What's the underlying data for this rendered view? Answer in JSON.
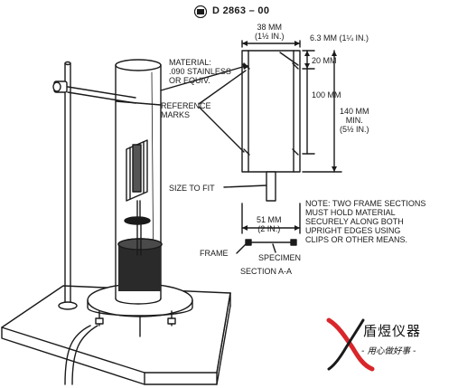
{
  "header": {
    "standard": "D 2863 – 00",
    "logo_icon": "astm-logo-icon"
  },
  "labels": {
    "material": "MATERIAL:\n.090 STAINLESS\nOR EQUIV.",
    "reference_marks": "REFERENCE\nMARKS",
    "size_to_fit": "SIZE TO FIT",
    "dim_38": "38 MM\n(1½ IN.)",
    "dim_6_3": "6.3 MM (1¼ IN.)",
    "dim_20": "20 MM",
    "dim_100": "100 MM",
    "dim_140": "140 MM\nMIN.\n(5½ IN.)",
    "dim_51": "51 MM\n(2 IN.)",
    "note": "NOTE: TWO FRAME SECTIONS\nMUST HOLD MATERIAL\nSECURELY ALONG BOTH\nUPRIGHT EDGES USING\nCLIPS OR OTHER MEANS.",
    "frame": "FRAME",
    "specimen": "SPECIMEN",
    "section": "SECTION A-A"
  },
  "watermark": {
    "title": "盾煜仪器",
    "slogan": "- 用心做好事 -",
    "icon": "x-brand-logo-icon",
    "colors": {
      "red": "#d9262b",
      "dark": "#1a1a1a"
    }
  }
}
